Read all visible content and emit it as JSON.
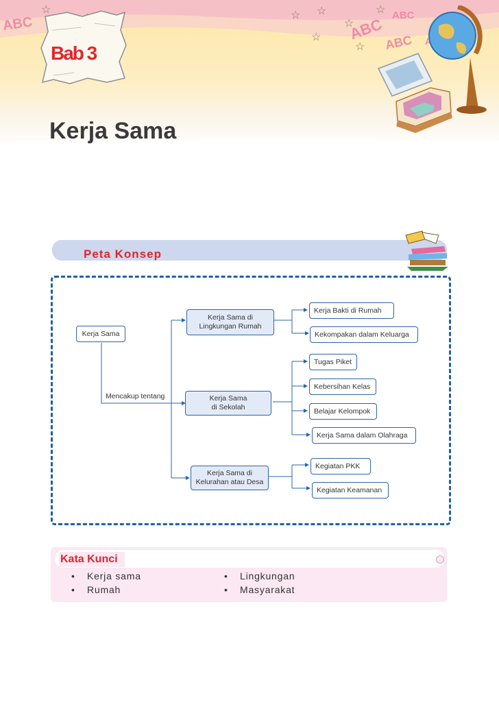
{
  "header": {
    "bab_label": "Bab 3",
    "chapter_title": "Kerja Sama",
    "decor_letters": [
      "ABC",
      "ABC",
      "ABC",
      "ABC",
      "ABC"
    ]
  },
  "peta_konsep": {
    "title": "Peta Konsep",
    "root": "Kerja Sama",
    "connector_label": "Mencakup tentang",
    "branches": [
      {
        "line1": "Kerja Sama di",
        "line2": "Lingkungan Rumah",
        "items": [
          "Kerja Bakti di Rumah",
          "Kekompakan dalam Keluarga"
        ]
      },
      {
        "line1": "Kerja Sama",
        "line2": "di Sekolah",
        "items": [
          "Tugas Piket",
          "Kebersihan Kelas",
          "Belajar Kelompok",
          "Kerja Sama dalam Olahraga"
        ]
      },
      {
        "line1": "Kerja Sama di",
        "line2": "Kelurahan atau Desa",
        "items": [
          "Kegiatan PKK",
          "Kegiatan Keamanan"
        ]
      }
    ]
  },
  "kata_kunci": {
    "title": "Kata Kunci",
    "bullet": "•",
    "items": [
      "Kerja sama",
      "Rumah",
      "Lingkungan",
      "Masyarakat"
    ]
  },
  "colors": {
    "accent_red": "#e2272b",
    "diagram_blue": "#2a64ad",
    "header_yellow": "#fde6a6",
    "kata_kunci_pink": "#fbe8f2"
  }
}
